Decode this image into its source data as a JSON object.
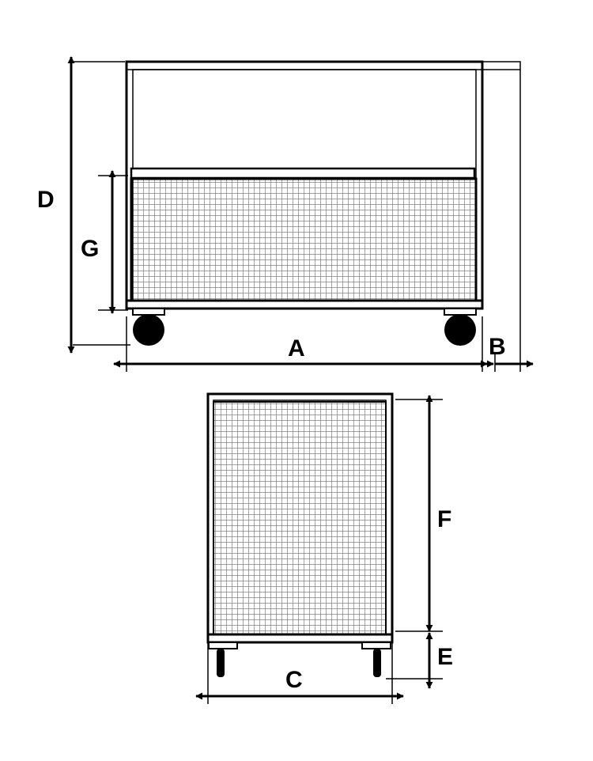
{
  "labels": {
    "A": "A",
    "B": "B",
    "C": "C",
    "D": "D",
    "E": "E",
    "F": "F",
    "G": "G"
  },
  "colors": {
    "line": "#000000",
    "mesh": "#6b6b6b",
    "background": "#ffffff"
  }
}
